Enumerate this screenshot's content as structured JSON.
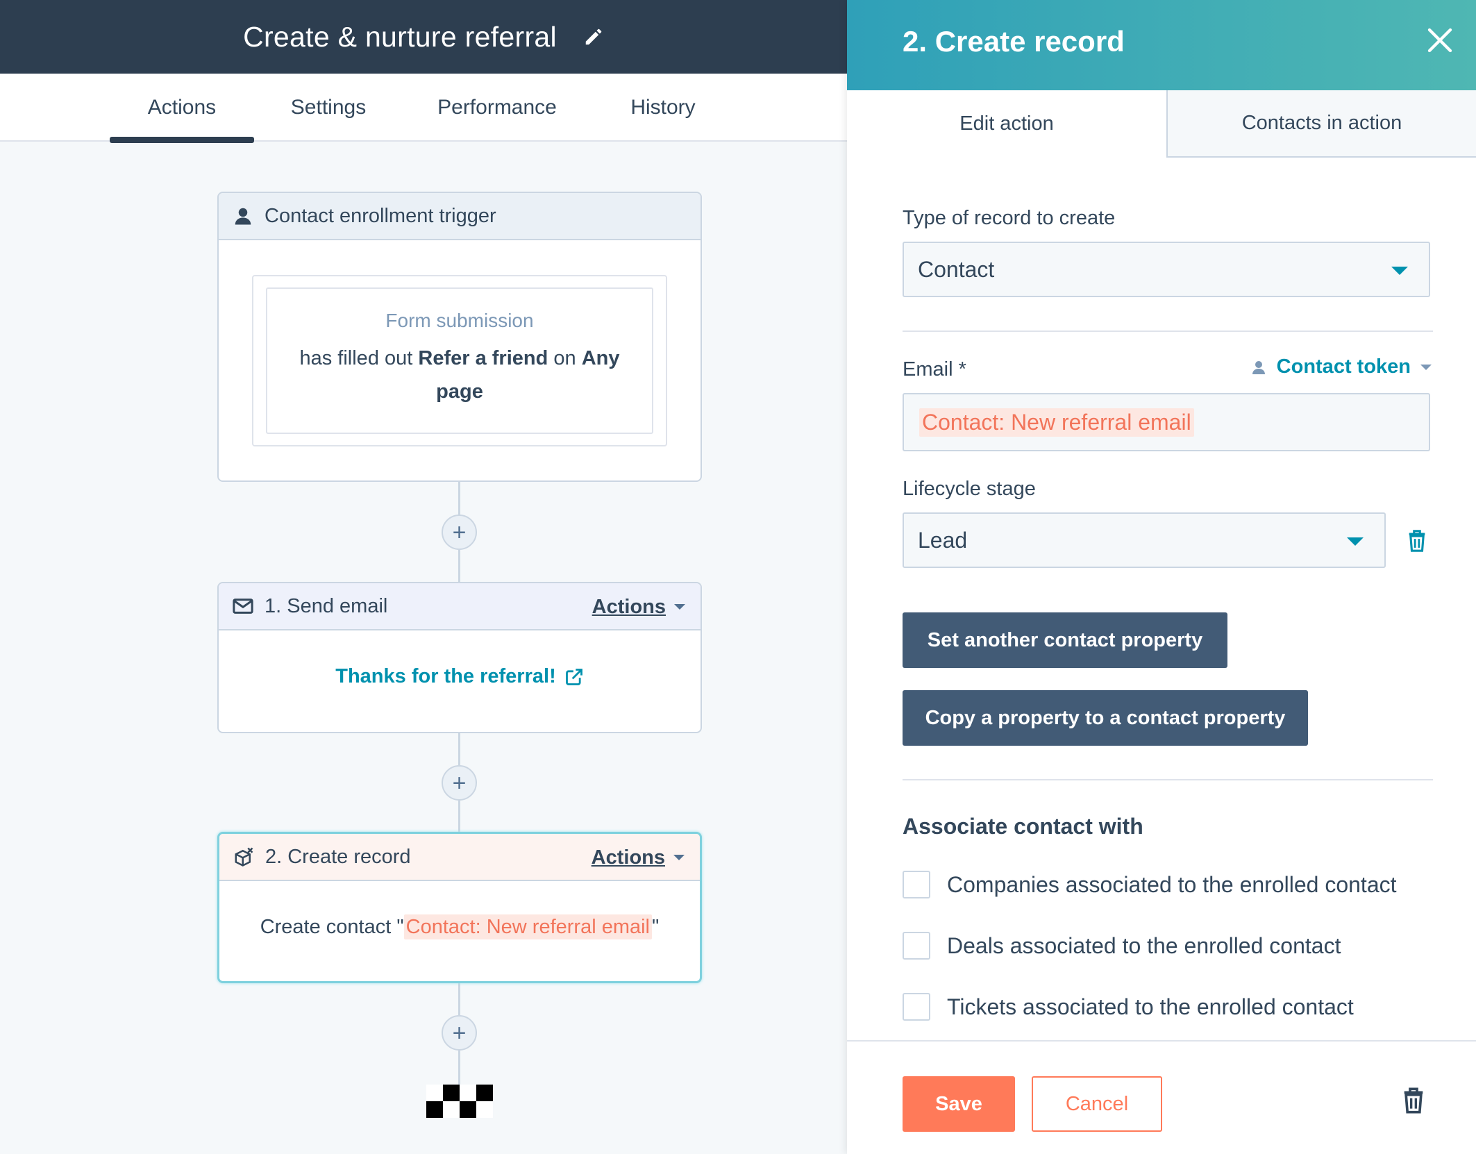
{
  "workflow": {
    "title": "Create & nurture referral",
    "tabs": [
      "Actions",
      "Settings",
      "Performance",
      "History"
    ],
    "active_tab": "Actions"
  },
  "trigger": {
    "header": "Contact enrollment trigger",
    "filter_type": "Form submission",
    "prefix": "has filled out",
    "form_name": "Refer a friend",
    "joiner": "on",
    "page": "Any page"
  },
  "send_email": {
    "header": "1. Send email",
    "actions_label": "Actions",
    "email_name": "Thanks for the referral!"
  },
  "create_record": {
    "header": "2. Create record",
    "actions_label": "Actions",
    "body_prefix": "Create contact \"",
    "token": "Contact: New referral email",
    "body_suffix": "\""
  },
  "panel": {
    "title": "2. Create record",
    "tabs": [
      "Edit action",
      "Contacts in action"
    ],
    "type_label": "Type of record to create",
    "type_value": "Contact",
    "email_label": "Email *",
    "contact_token_label": "Contact token",
    "email_token": "Contact: New referral email",
    "lifecycle_label": "Lifecycle stage",
    "lifecycle_value": "Lead",
    "set_property_button": "Set another contact property",
    "copy_property_button": "Copy a property to a contact property",
    "associate_title": "Associate contact with",
    "associations": [
      "Companies associated to the enrolled contact",
      "Deals associated to the enrolled contact",
      "Tickets associated to the enrolled contact"
    ],
    "save_label": "Save",
    "cancel_label": "Cancel"
  },
  "colors": {
    "header_dark": "#2d3e50",
    "panel_gradient_start": "#2fa0b8",
    "panel_gradient_end": "#4fb7b3",
    "link_teal": "#0091ae",
    "token_orange": "#f2745a",
    "save_orange": "#ff7a59",
    "button_dark": "#425b76"
  }
}
